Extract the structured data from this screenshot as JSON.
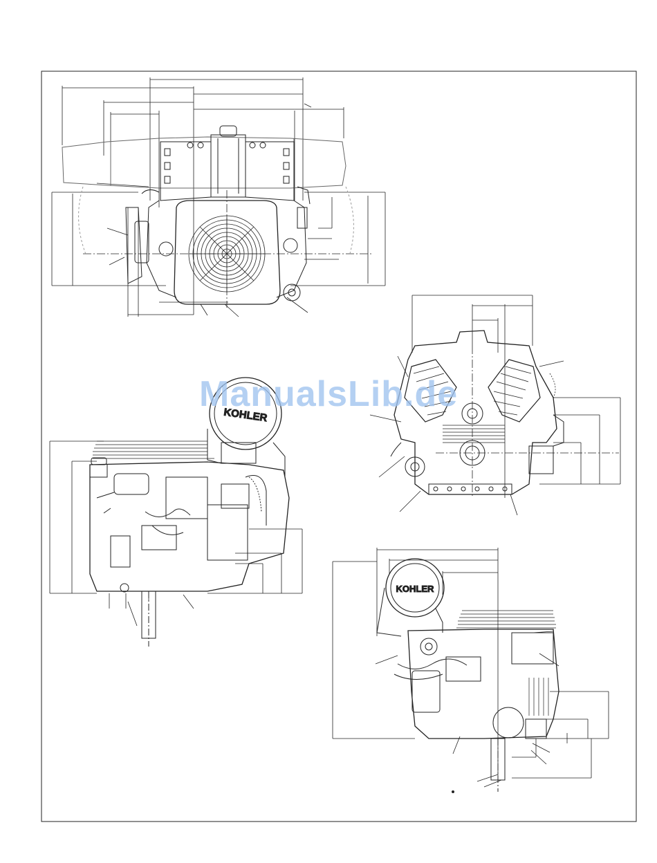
{
  "watermark": {
    "text": "ManualsLib.de"
  },
  "views": {
    "front": {
      "logo": ""
    },
    "side_left": {
      "logo": "KOHLER"
    },
    "rear": {
      "logo": ""
    },
    "side_right": {
      "logo": "KOHLER"
    }
  },
  "colors": {
    "line": "#222222",
    "watermark": "#9fc3ef",
    "background": "#ffffff"
  }
}
